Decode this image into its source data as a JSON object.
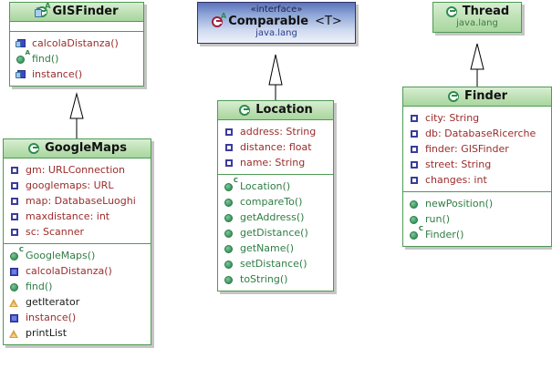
{
  "diagram": {
    "title": "UML Class Diagram",
    "colors": {
      "class_border": "#4f9a55",
      "class_header_top": "#d8eed2",
      "class_header_bottom": "#a8d79e",
      "interface_border": "#33336b",
      "interface_header_top": "#5b73b8",
      "interface_header_bottom": "#eef2fa",
      "field_text": "#9c2b2b",
      "method_text": "#2e7d44",
      "package_text": "#3f7a42",
      "shadow": "#969696"
    }
  },
  "classes": {
    "gisfinder": {
      "name": "GISFinder",
      "icon": "abstract-class-icon",
      "icon_sup": "A",
      "attributes": [],
      "methods": [
        {
          "label": "calcolaDistanza()",
          "icon": "private-static-method-icon",
          "style": "field"
        },
        {
          "label": "find()",
          "icon": "public-abstract-method-icon",
          "style": "method",
          "sup": "A"
        },
        {
          "label": "instance()",
          "icon": "private-static-method-icon",
          "style": "field"
        }
      ]
    },
    "googlemaps": {
      "name": "GoogleMaps",
      "icon": "class-icon",
      "attributes": [
        {
          "label": "gm: URLConnection",
          "icon": "field-icon"
        },
        {
          "label": "googlemaps: URL",
          "icon": "field-icon"
        },
        {
          "label": "map: DatabaseLuoghi",
          "icon": "field-icon"
        },
        {
          "label": "maxdistance: int",
          "icon": "field-icon"
        },
        {
          "label": "sc: Scanner",
          "icon": "field-icon"
        }
      ],
      "methods": [
        {
          "label": "GoogleMaps()",
          "icon": "constructor-icon",
          "style": "method",
          "sup": "C"
        },
        {
          "label": "calcolaDistanza()",
          "icon": "static-method-icon",
          "style": "field"
        },
        {
          "label": "find()",
          "icon": "public-method-icon",
          "style": "method"
        },
        {
          "label": "getIterator",
          "icon": "protected-method-icon",
          "style": "dark"
        },
        {
          "label": "instance()",
          "icon": "static-method-icon",
          "style": "field"
        },
        {
          "label": "printList",
          "icon": "protected-method-icon",
          "style": "dark"
        }
      ]
    },
    "comparable": {
      "stereotype": "«interface»",
      "name": "Comparable",
      "generic": "<T>",
      "package": "java.lang",
      "icon": "interface-icon",
      "icon_sup": "A"
    },
    "location": {
      "name": "Location",
      "icon": "class-icon",
      "attributes": [
        {
          "label": "address: String",
          "icon": "field-icon"
        },
        {
          "label": "distance: float",
          "icon": "field-icon"
        },
        {
          "label": "name: String",
          "icon": "field-icon"
        }
      ],
      "methods": [
        {
          "label": "Location()",
          "icon": "constructor-icon",
          "style": "method",
          "sup": "C"
        },
        {
          "label": "compareTo()",
          "icon": "public-method-icon",
          "style": "method"
        },
        {
          "label": "getAddress()",
          "icon": "public-method-icon",
          "style": "method"
        },
        {
          "label": "getDistance()",
          "icon": "public-method-icon",
          "style": "method"
        },
        {
          "label": "getName()",
          "icon": "public-method-icon",
          "style": "method"
        },
        {
          "label": "setDistance()",
          "icon": "public-method-icon",
          "style": "method"
        },
        {
          "label": "toString()",
          "icon": "public-method-icon",
          "style": "method"
        }
      ]
    },
    "thread": {
      "name": "Thread",
      "package": "java.lang",
      "icon": "class-icon"
    },
    "finder": {
      "name": "Finder",
      "icon": "class-icon",
      "attributes": [
        {
          "label": "city: String",
          "icon": "field-icon"
        },
        {
          "label": "db: DatabaseRicerche",
          "icon": "field-icon"
        },
        {
          "label": "finder: GISFinder",
          "icon": "field-icon"
        },
        {
          "label": "street: String",
          "icon": "field-icon"
        },
        {
          "label": "changes: int",
          "icon": "field-icon"
        }
      ],
      "methods": [
        {
          "label": "newPosition()",
          "icon": "public-method-icon",
          "style": "method"
        },
        {
          "label": "run()",
          "icon": "public-method-icon",
          "style": "method"
        },
        {
          "label": "Finder()",
          "icon": "constructor-icon",
          "style": "method",
          "sup": "C"
        }
      ]
    }
  },
  "relations": [
    {
      "name": "googlemaps-extends-gisfinder",
      "from": "GoogleMaps",
      "to": "GISFinder",
      "type": "generalization"
    },
    {
      "name": "location-implements-comparable",
      "from": "Location",
      "to": "Comparable",
      "type": "generalization"
    },
    {
      "name": "finder-extends-thread",
      "from": "Finder",
      "to": "Thread",
      "type": "generalization"
    }
  ]
}
